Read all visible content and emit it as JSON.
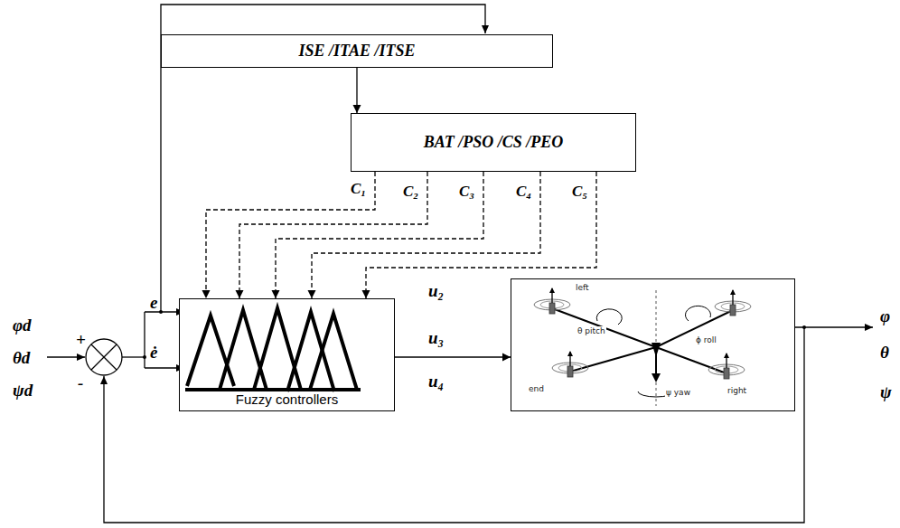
{
  "diagram": {
    "nodes": [
      {
        "text": [
          "ISE /ITAE /ITSE"
        ]
      },
      {
        "text": [
          "BAT /PSO /CS /PEO"
        ]
      },
      {
        "text": [
          "Fuzzy controllers"
        ]
      },
      {
        "text": [
          "left",
          "right",
          "end",
          "θ pitch",
          "ϕ roll",
          "ψ yaw"
        ]
      }
    ],
    "edges": [
      {
        "from": 0,
        "to": 1,
        "arrow": "to"
      },
      {
        "from": 1,
        "to": 2,
        "arrow": "to",
        "label": "C₁"
      },
      {
        "from": 1,
        "to": 2,
        "arrow": "to",
        "label": "C₂"
      },
      {
        "from": 1,
        "to": 2,
        "arrow": "to",
        "label": "C₃"
      },
      {
        "from": 1,
        "to": 2,
        "arrow": "to",
        "label": "C₄"
      },
      {
        "from": 1,
        "to": 2,
        "arrow": "to",
        "label": "C₅"
      },
      {
        "from": 2,
        "to": 3,
        "arrow": "to"
      }
    ],
    "labels": [
      "φd",
      "θd",
      "ψd",
      "+",
      "-",
      "e",
      "ė",
      "u₂",
      "u₃",
      "u₄",
      "φ",
      "θ",
      "ψ"
    ]
  }
}
